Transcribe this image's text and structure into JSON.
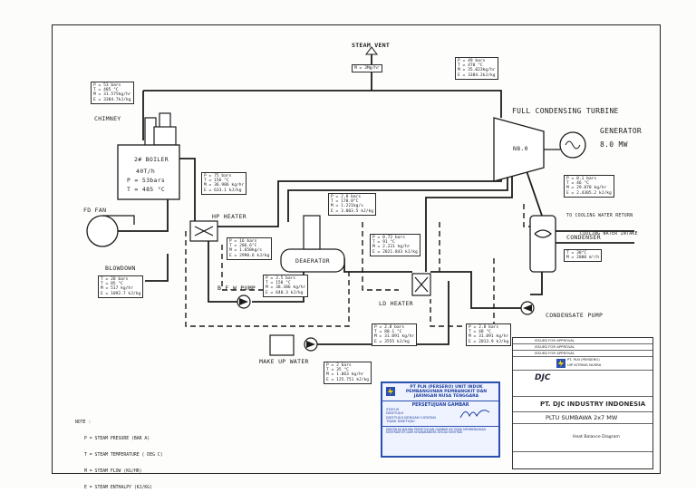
{
  "labels": {
    "steam_vent": "STEAM VENT",
    "turbine": "FULL CONDENSING TURBINE",
    "turbine_code": "N8.0",
    "generator": "GENERATOR",
    "generator_power": "8.0 MW",
    "chimney": "CHIMNEY",
    "boiler_title": "2# BOILER",
    "boiler_cap": "40T/h",
    "boiler_p": "P = 53bars",
    "boiler_t": "T = 485 °C",
    "fd_fan": "FD FAN",
    "blowdown": "BLOWDOWN",
    "hp_heater": "HP HEATER",
    "deaerator": "DEAERATOR",
    "bfw_pump": "B.F.W PUMP",
    "ld_heater": "LD HEATER",
    "condenser": "CONDENSER",
    "condensate_pump": "CONDENSATE PUMP",
    "make_up_water": "MAKE UP WATER",
    "to_cooling_return": "TO COOLING WATER RETURN",
    "cooling_intake": "COOLING WATER INTAKE"
  },
  "data_boxes": {
    "vent": [
      "M = 3Mg/hr"
    ],
    "main_steam": [
      "P = 53 bars",
      "T = 485 °C",
      "M = 31.575kg/hr",
      "E = 3384.7kJ/kg"
    ],
    "turbine_in": [
      "P = 49 bars",
      "T = 470 °C",
      "M = 35.023kg/hr",
      "E = 3384.2kJ/kg"
    ],
    "hp_extract": [
      "P = 75 bars",
      "T = 156 °C",
      "M = 36.986 kg/hr",
      "E = 633.1 kJ/kg"
    ],
    "ip_extract": [
      "P = 2.8 bars",
      "T = 170.8°C",
      "M = 1.221kg/s",
      "E = 3.003.5 kJ/kg"
    ],
    "exhaust": [
      "P = 0.1 bars",
      "T = 46 °C",
      "M = 29.878 kg/hr",
      "E = 2.4305.2 kJ/kg"
    ],
    "hp_out": [
      "P = 16 bars",
      "T = 206.6°C",
      "M = 1.650kg/s",
      "E = 2990.6 kJ/kg"
    ],
    "ld_extract": [
      "P = 0.72 bars",
      "T = 91 °C",
      "M = 2.221 kg/hr",
      "E = 2821.843 kJ/kg"
    ],
    "cooling": [
      "T = 30°C",
      "M = 2000 m³/h"
    ],
    "bfw": [
      "P = 3.5 bars",
      "T = 150 °C",
      "M = 38.386 kg/hr",
      "E = 640.3 kJ/kg"
    ],
    "blowdown": [
      "T = 28 bars",
      "T = 85 °C",
      "M = 517 kg/hr",
      "E = 1092.7 kJ/kg"
    ],
    "ld_out": [
      "P = 2.8 bars",
      "T = 80.1 °C",
      "M = 31.091 kg/hr",
      "E = 3555 kJ/kg"
    ],
    "cond_out": [
      "P = 2.8 bars",
      "T = 48 °C",
      "M = 31.091 kg/hr",
      "E = 2013.9 kJ/kg"
    ],
    "makeup": [
      "P = 2 bars",
      "T = 35 °C",
      "M = 1.063 kg/hr",
      "E = 125.751 kJ/kg"
    ]
  },
  "legend": {
    "title": "NOTE :",
    "items": [
      "P = STEAM PRESURE (BAR A)",
      "T = STEAM TEMPERATURE ( DEG C)",
      "M = STEAM FLOW (KG/HR)",
      "E = STEAM ENTHALPY (KJ/KG)"
    ]
  },
  "stamp": {
    "header": "PT PLN (PERSERO) UNIT INDUK PEMBANGUNAN PEMBANGKIT DAN JARINGAN NUSA TENGGARA",
    "title": "PERSETUJUAN GAMBAR",
    "status": [
      "STATUS",
      "DISETUJUI",
      "DISETUJUI DENGAN CATATAN",
      "TIDAK DISETUJUI"
    ],
    "note": "DIKETAHUI BAHWA PERSETUJUAN GAMBAR INI TIDAK MEMBEBASKAN KONTRAKTOR DARI KEWAJIBANNYA SESUAI KONTRAK"
  },
  "title_block": {
    "revisions": [
      "ISSUED FOR APPROVAL",
      "ISSUED FOR APPROVAL",
      "ISSUED FOR APPROVAL"
    ],
    "owner": "PT. PLN (PERSERO)",
    "owner_sub": "UIP KITRING NUSRA",
    "company": "PT. DJC INDUSTRY INDONESIA",
    "project": "PLTU SUMBAWA 2x7 MW",
    "drawing": "Heat Balance Diagram",
    "logo": "DJC"
  }
}
